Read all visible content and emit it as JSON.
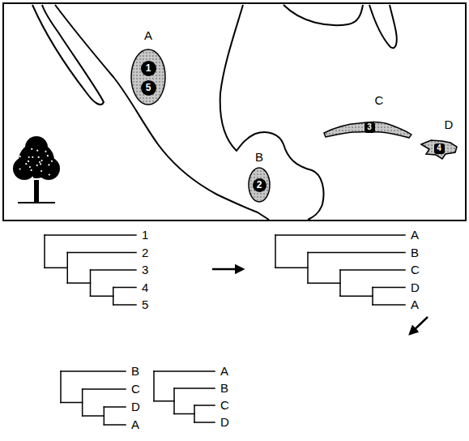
{
  "diagram": {
    "nodes": [
      {
        "text": [
          "A"
        ]
      },
      {
        "text": [
          "1"
        ],
        "in": 0
      },
      {
        "text": [
          "5"
        ],
        "in": 0
      },
      {
        "text": [
          "B"
        ]
      },
      {
        "text": [
          "2"
        ],
        "in": 3
      },
      {
        "text": [
          "C"
        ]
      },
      {
        "text": [
          "3"
        ],
        "in": 5
      },
      {
        "text": [
          "D"
        ]
      },
      {
        "text": [
          "4"
        ],
        "in": 7
      }
    ],
    "labels": [
      "1",
      "2",
      "3",
      "4",
      "5",
      "A",
      "B",
      "C",
      "D",
      "A",
      "B",
      "C",
      "D",
      "A",
      "A",
      "B",
      "C",
      "D"
    ]
  }
}
